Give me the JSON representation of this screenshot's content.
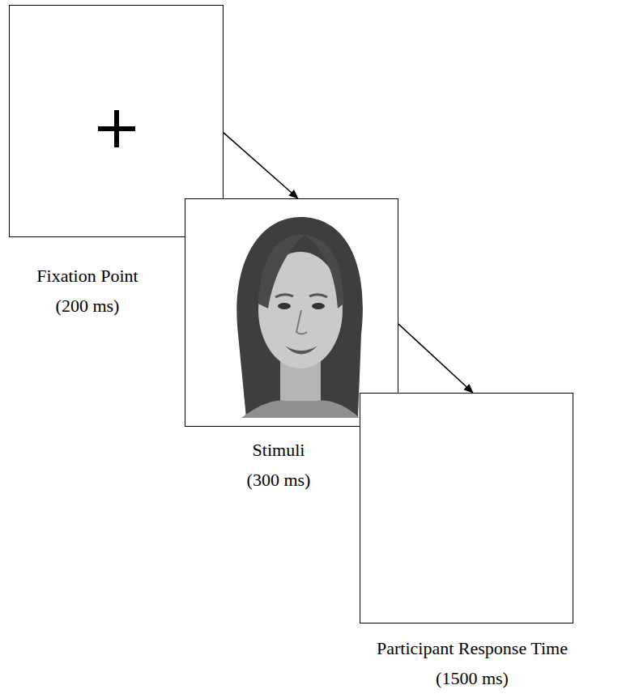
{
  "diagram": {
    "nodes": [
      {
        "text": [
          "Fixation Point (200 ms)"
        ]
      },
      {
        "text": [
          "Stimuli (300 ms)"
        ]
      },
      {
        "text": [
          "Participant Response Time (1500 ms)"
        ]
      }
    ],
    "edges": [
      {
        "from": 0,
        "to": 1,
        "arrow": "to"
      },
      {
        "from": 1,
        "to": 2,
        "arrow": "to"
      }
    ]
  }
}
